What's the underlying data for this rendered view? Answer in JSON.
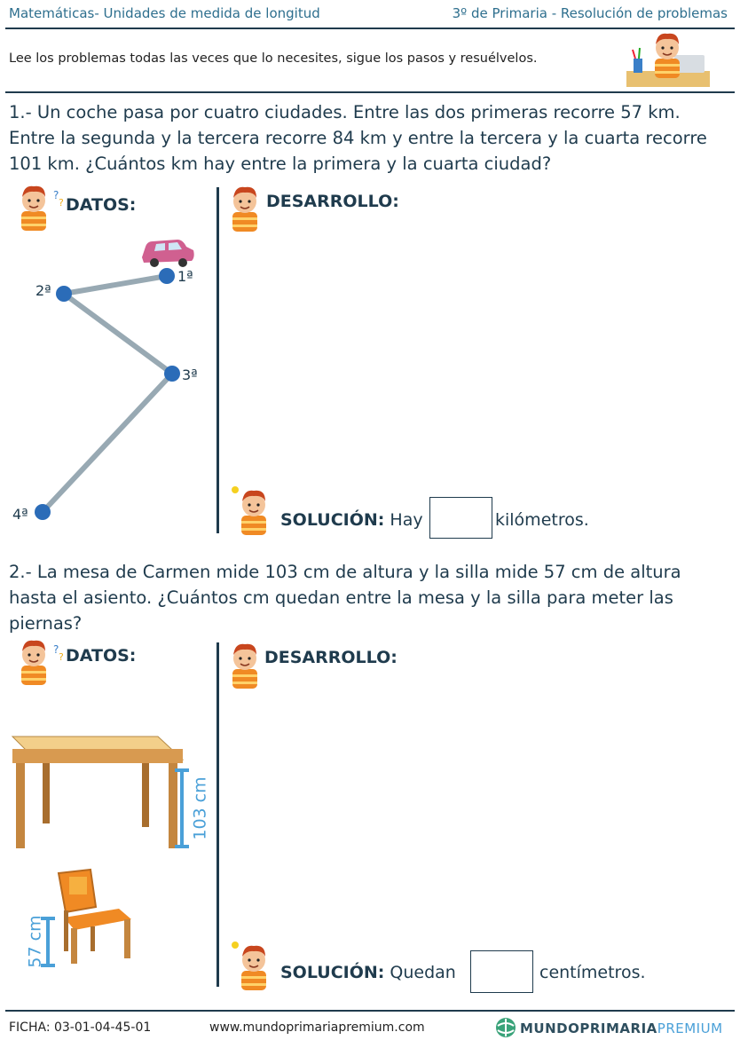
{
  "header": {
    "left": "Matemáticas- Unidades de medida de longitud",
    "right": "3º de Primaria - Resolución de problemas"
  },
  "intro": "Lee los problemas todas las veces que lo necesites, sigue los pasos y resuélvelos.",
  "problem1": {
    "text": "1.- Un coche pasa por cuatro ciudades. Entre las dos primeras recorre 57 km. Entre la segunda y la tercera recorre 84 km y entre la tercera y la cuarta recorre 101 km. ¿Cuántos km hay entre la primera y la cuarta ciudad?",
    "datos_label": "DATOS:",
    "desarrollo_label": "DESARROLLO:",
    "cities": [
      "1ª",
      "2ª",
      "3ª",
      "4ª"
    ],
    "solution_label": "SOLUCIÓN:",
    "solution_before": "Hay",
    "solution_after": "kilómetros."
  },
  "problem2": {
    "text": "2.- La mesa de Carmen mide 103 cm de altura y la silla mide 57 cm de altura hasta el asiento. ¿Cuántos cm quedan entre la mesa y la silla para meter las piernas?",
    "datos_label": "DATOS:",
    "desarrollo_label": "DESARROLLO:",
    "table_height": "103 cm",
    "chair_height": "57 cm",
    "solution_label": "SOLUCIÓN:",
    "solution_before": "Quedan",
    "solution_after": "centímetros."
  },
  "footer": {
    "ficha": "FICHA:  03-01-04-45-01",
    "url": "www.mundoprimariapremium.com",
    "brand_a": "MUNDO",
    "brand_b": "PRIMARIA",
    "brand_c": "PREMIUM"
  },
  "colors": {
    "ink": "#1f3b4d",
    "accent": "#4aa0d8",
    "node": "#2b6cb8",
    "path": "#98a9b3"
  }
}
